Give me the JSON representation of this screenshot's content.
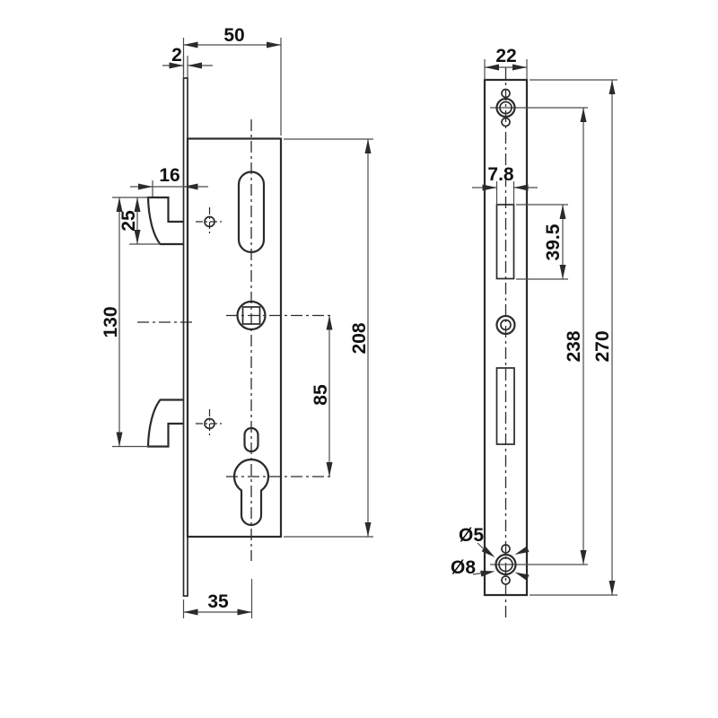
{
  "drawing": {
    "title": "hook-bolt mortise lock and faceplate dimensional drawing",
    "colors": {
      "background": "#ffffff",
      "ink": "#2b2b2b",
      "dim_lines": "#4b4b4b",
      "text": "#111111"
    },
    "views": {
      "lock_case": {
        "name": "lock case side view",
        "dims": {
          "case_depth": "50",
          "faceplate_thickness": "2",
          "hook_projection": "16",
          "hook_height": "25",
          "hook_spacing": "130",
          "case_height": "208",
          "spindle_to_cylinder": "85",
          "backset": "35"
        }
      },
      "faceplate": {
        "name": "faceplate front view",
        "dims": {
          "plate_width": "22",
          "cutout_width": "7.8",
          "cutout_height": "39.5",
          "screw_hole_spacing": "238",
          "plate_height": "270",
          "hole_diameter_small": "Ø5",
          "hole_diameter_large": "Ø8"
        }
      }
    }
  }
}
